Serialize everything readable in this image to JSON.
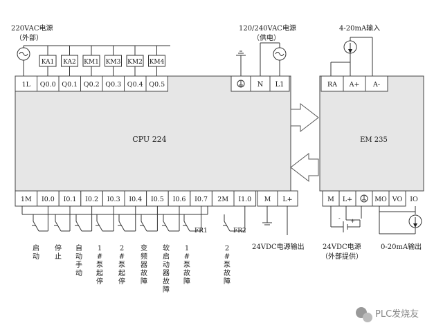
{
  "cpu": {
    "name": "CPU 224",
    "top_terminals": [
      "1L",
      "Q0.0",
      "Q0.1",
      "Q0.2",
      "Q0.3",
      "Q0.4",
      "Q0.5"
    ],
    "power_terminals": [
      "N",
      "L1"
    ],
    "bottom_terminals": [
      "1M",
      "I0.0",
      "I0.1",
      "I0.2",
      "I0.3",
      "I0.4",
      "I0.5",
      "I0.6",
      "I0.7",
      "2M",
      "I1.0",
      "M",
      "L+"
    ]
  },
  "em": {
    "name": "EM 235",
    "top_terminals": [
      "RA",
      "A+",
      "A-"
    ],
    "bottom_terminals": [
      "M",
      "L+",
      "MO",
      "VO",
      "IO"
    ]
  },
  "relays": [
    "KA1",
    "KA2",
    "KM1",
    "KM3",
    "KM2",
    "KM4"
  ],
  "labels": {
    "ac220_line1": "220VAC电源",
    "ac220_line2": "（外部）",
    "ac120_line1": "120/240VAC电源",
    "ac120_line2": "（供电）",
    "in_4_20": "4-20mA输入",
    "out_0_20": "0-20mA输出",
    "dc24_out": "24VDC电源输出",
    "dc24_ext_line1": "24VDC电源",
    "dc24_ext_line2": "（外部提供）",
    "fr1": "FR1",
    "fr2": "FR2",
    "plus": "+",
    "minus": "-"
  },
  "input_labels": [
    "启动",
    "停止",
    "自动手动",
    "1#泵起停",
    "2#泵起停",
    "变频器故障",
    "软启动器故障",
    "1#泵故障",
    "2#泵故障"
  ],
  "watermark": "PLC发烧友"
}
